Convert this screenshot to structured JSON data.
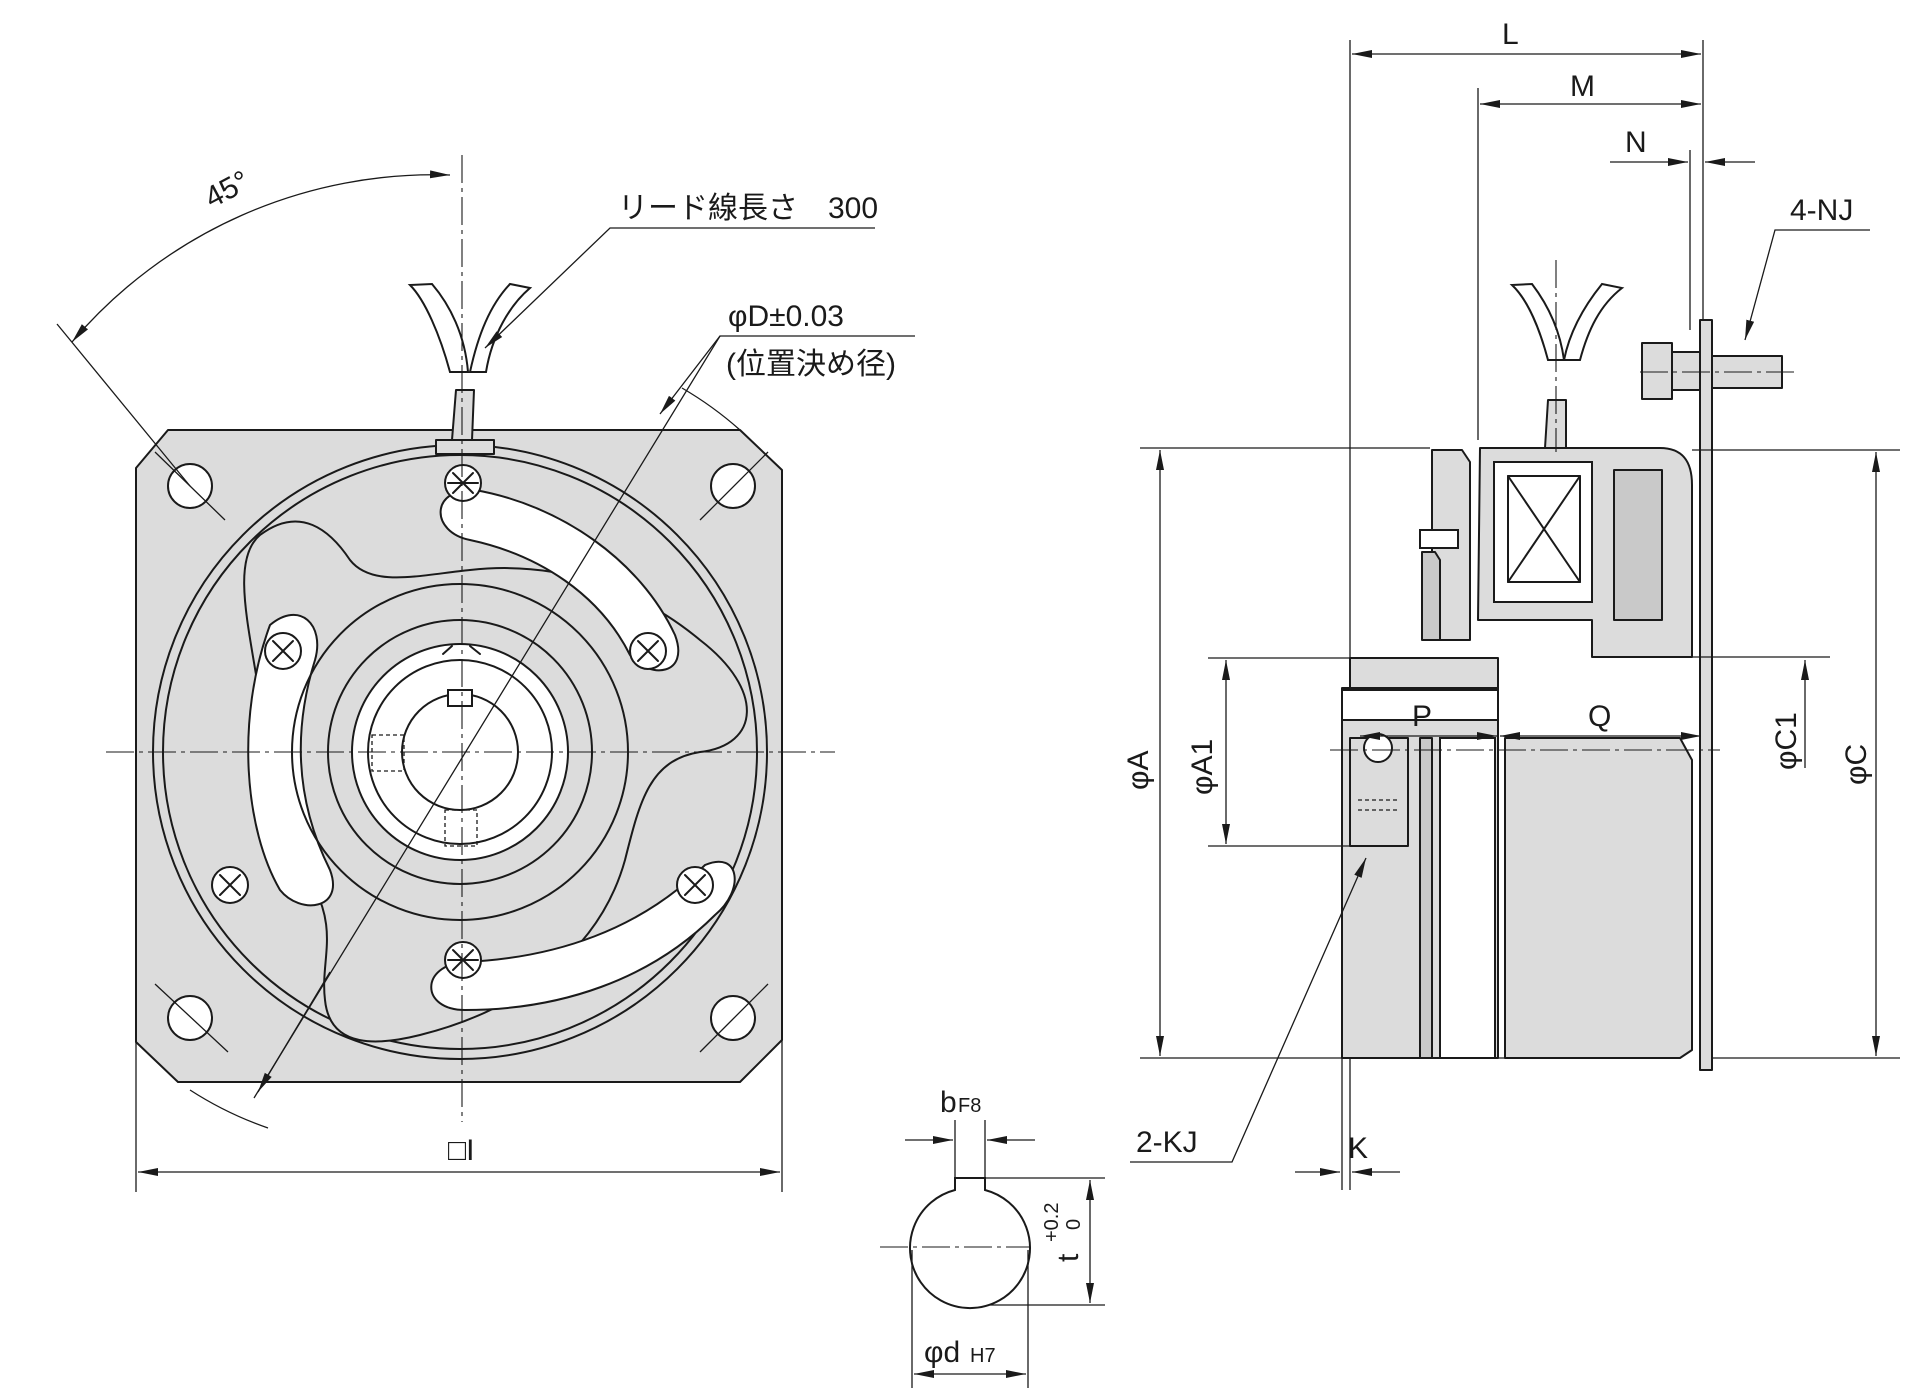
{
  "front_view": {
    "angle_label": "45°",
    "lead_wire_label": "リード線長さ　300",
    "pilot_dia_label": "φD±0.03",
    "pilot_dia_note": "(位置決め径)",
    "square_label": "□I"
  },
  "side_view": {
    "L": "L",
    "M": "M",
    "N": "N",
    "NJ": "4-NJ",
    "A": "φA",
    "A1": "φA1",
    "P": "P",
    "Q": "Q",
    "C1": "φC1",
    "C": "φC",
    "KJ": "2-KJ",
    "K": "K"
  },
  "keyway_view": {
    "b": "b",
    "b_tol": "F8",
    "t": "t",
    "t_tol_upper": "+0.2",
    "t_tol_lower": "0",
    "d": "φd",
    "d_tol": "H7"
  }
}
